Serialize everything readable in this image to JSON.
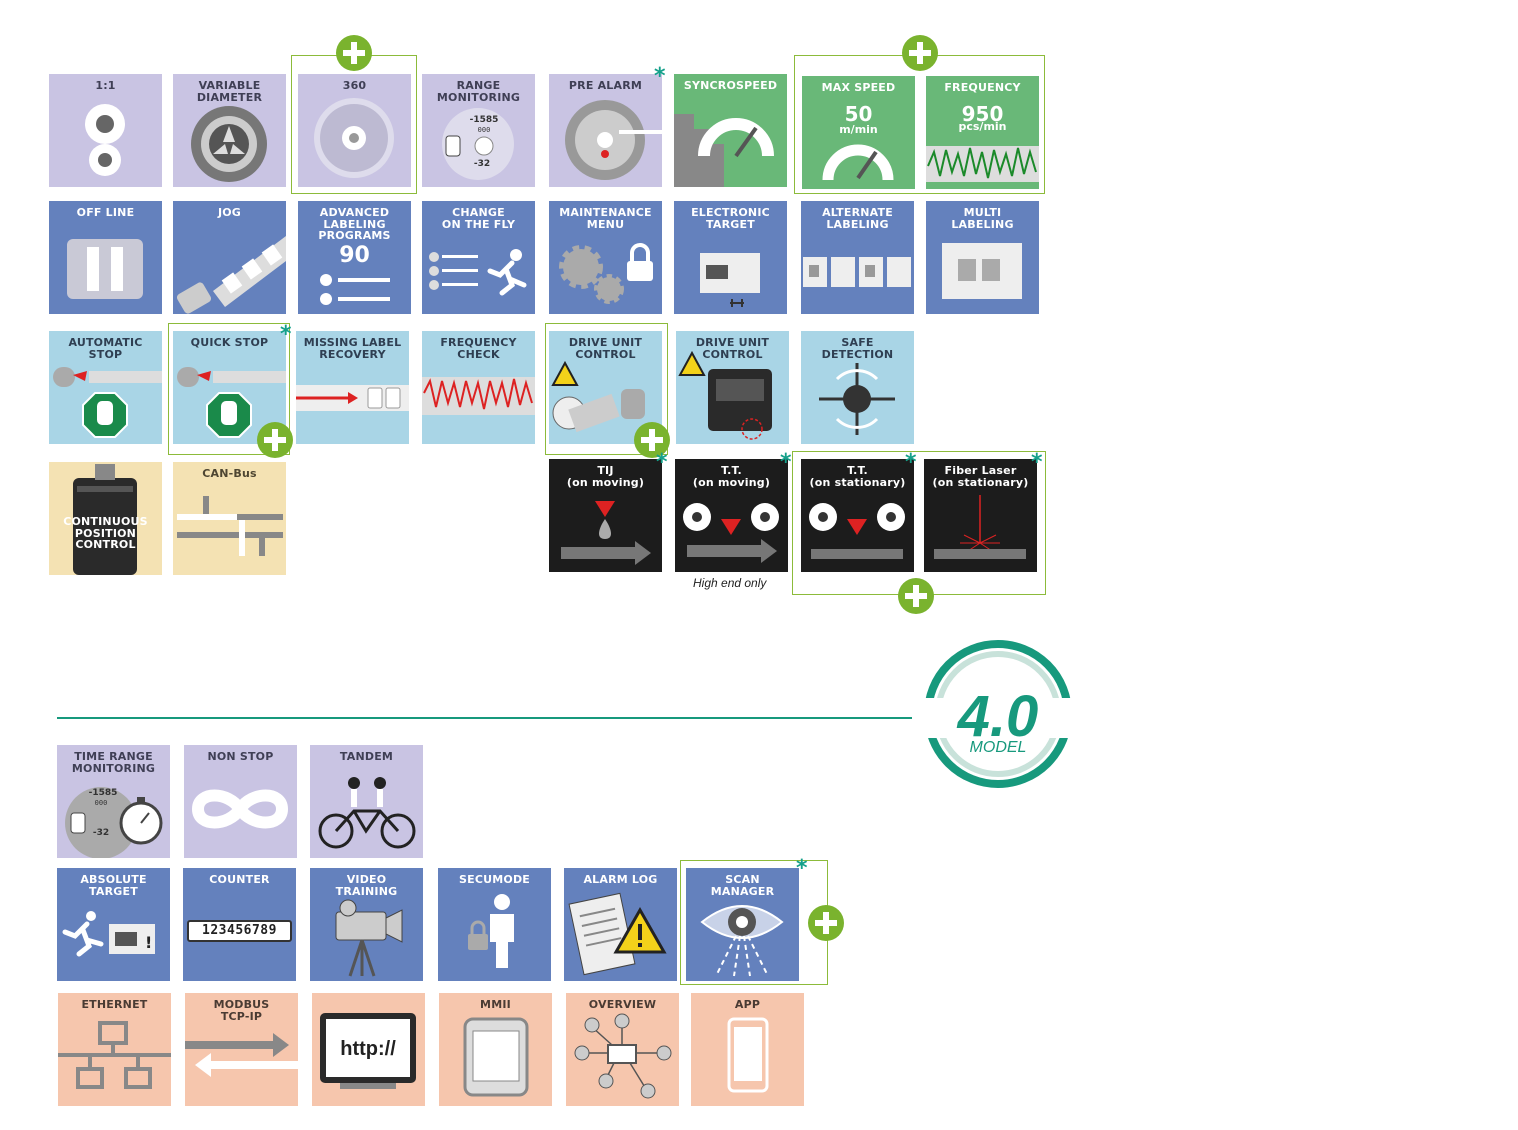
{
  "tiles": {
    "one_to_one": "1:1",
    "variable_diameter": "VARIABLE\nDIAMETER",
    "t360": "360",
    "range_monitoring": "RANGE\nMONITORING",
    "pre_alarm": "PRE ALARM",
    "syncrospeed": "SYNCROSPEED",
    "max_speed": "MAX SPEED",
    "frequency": "FREQUENCY",
    "off_line": "OFF LINE",
    "jog": "JOG",
    "advanced_labeling": "ADVANCED\nLABELING\nPROGRAMS",
    "change_on_the_fly": "CHANGE\nON THE FLY",
    "maintenance_menu": "MAINTENANCE\nMENU",
    "electronic_target": "ELECTRONIC\nTARGET",
    "alternate_labeling": "ALTERNATE\nLABELING",
    "multi_labeling": "MULTI\nLABELING",
    "automatic_stop": "AUTOMATIC\nSTOP",
    "quick_stop": "QUICK STOP",
    "missing_label_recovery": "MISSING LABEL\nRECOVERY",
    "frequency_check": "FREQUENCY\nCHECK",
    "drive_unit_control_1": "DRIVE UNIT\nCONTROL",
    "drive_unit_control_2": "DRIVE UNIT\nCONTROL",
    "safe_detection": "SAFE\nDETECTION",
    "continuous_position_control": "CONTINUOUS\nPOSITION\nCONTROL",
    "can_bus": "CAN-Bus",
    "tij": "TIJ\n(on moving)",
    "tt_moving": "T.T.\n(on moving)",
    "tt_stationary": "T.T.\n(on stationary)",
    "fiber_laser": "Fiber Laser\n(on stationary)",
    "time_range_monitoring": "TIME RANGE\nMONITORING",
    "non_stop": "NON STOP",
    "tandem": "TANDEM",
    "absolute_target": "ABSOLUTE\nTARGET",
    "counter": "COUNTER",
    "video_training": "VIDEO\nTRAINING",
    "secumode": "SECUMODE",
    "alarm_log": "ALARM LOG",
    "scan_manager": "SCAN\nMANAGER",
    "ethernet": "ETHERNET",
    "modbus": "MODBUS\nTCP-IP",
    "mmii": "MMII",
    "overview": "OVERVIEW",
    "app": "APP"
  },
  "values": {
    "max_speed_value": "50",
    "max_speed_unit": "m/min",
    "frequency_value": "950",
    "frequency_unit": "pcs/min",
    "programs_count": "90",
    "range_top": "-1585",
    "range_bottom": "-32",
    "range_digits": "000",
    "time_range_top": "-1585",
    "time_range_bottom": "-32",
    "time_range_digits": "000",
    "counter_digits": "123456789",
    "http_text": "http://"
  },
  "notes": {
    "high_end_only": "High end only"
  },
  "badge": {
    "version": "4.0",
    "label": "MODEL"
  },
  "colors": {
    "lavender": "#c9c4e3",
    "blue": "#6481bd",
    "light_blue": "#a9d5e6",
    "cream": "#f4e2b3",
    "green": "#69b878",
    "black": "#1c1c1c",
    "peach": "#f6c6ad",
    "accent_green": "#8cbb3a",
    "teal": "#17997d"
  },
  "icons": {
    "plus": "plus-circle-icon",
    "star": "asterisk-icon"
  }
}
